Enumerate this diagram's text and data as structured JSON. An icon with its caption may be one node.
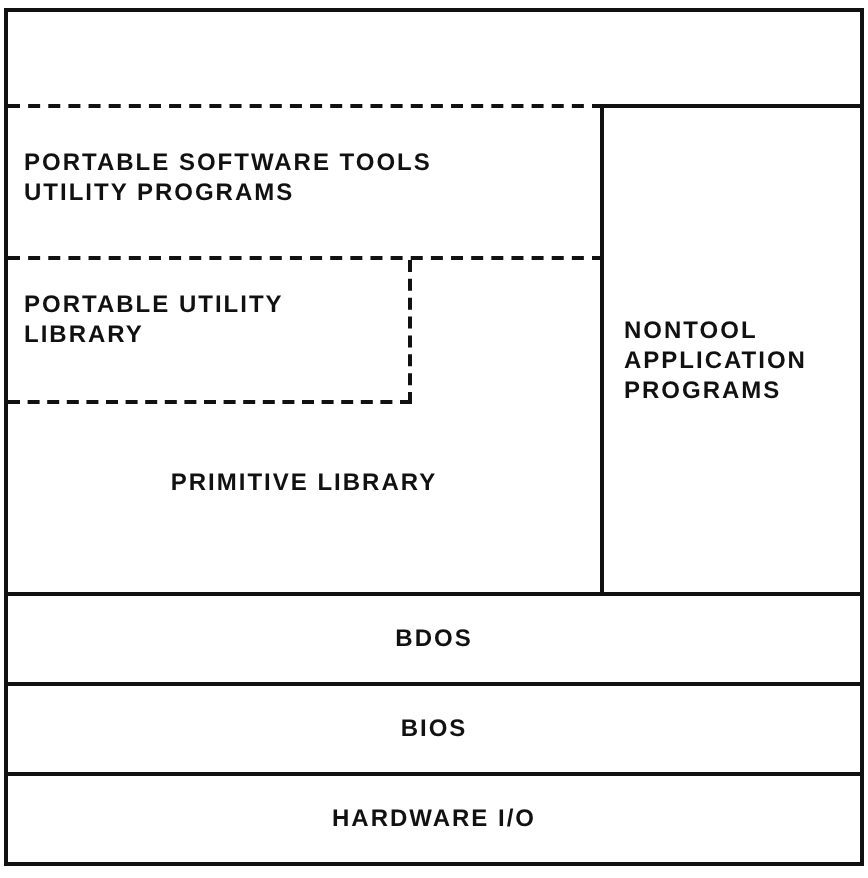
{
  "diagram": {
    "nodes": [
      {
        "text": [],
        "shape": "box"
      },
      {
        "text": [
          "PORTABLE SOFTWARE TOOLS UTILITY PROGRAMS"
        ],
        "in": 0
      },
      {
        "text": [
          "PRIMITIVE LIBRARY"
        ],
        "in": 0
      },
      {
        "text": [
          "PORTABLE UTILITY LIBRARY"
        ],
        "in": 2
      },
      {
        "text": [
          "NONTOOL APPLICATION PROGRAMS"
        ],
        "in": 0
      },
      {
        "text": [
          "BDOS"
        ]
      },
      {
        "text": [
          "BIOS"
        ]
      },
      {
        "text": [
          "HARDWARE I/O"
        ]
      }
    ]
  }
}
